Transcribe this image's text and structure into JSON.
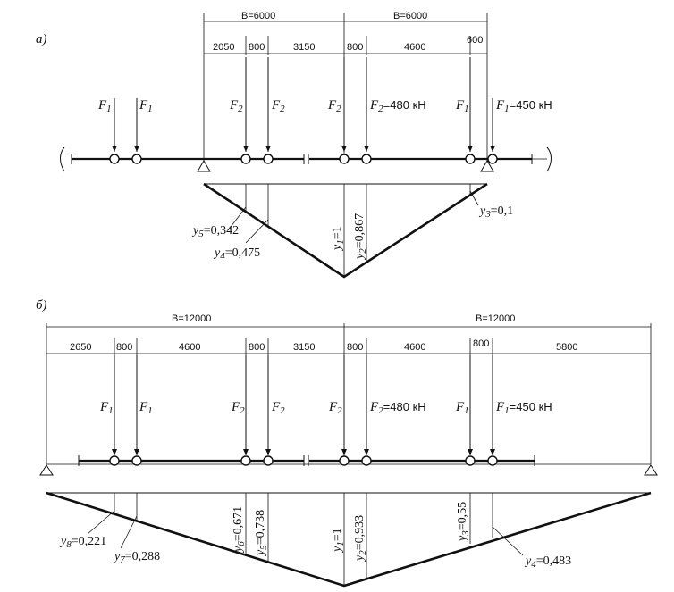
{
  "diagram_a": {
    "label": "а)",
    "span_labels": [
      "B=6000",
      "B=6000"
    ],
    "dims": [
      "2050",
      "800",
      "3150",
      "800",
      "4600",
      "600"
    ],
    "forces": {
      "f1": "F",
      "f1_sub": "1",
      "f2": "F",
      "f2_sub": "2",
      "f2_value": "=480 кН",
      "f1_value": "=450 кН"
    },
    "ordinates": {
      "y5": {
        "name": "y",
        "sub": "5",
        "value": "=0,342"
      },
      "y4": {
        "name": "y",
        "sub": "4",
        "value": "=0,475"
      },
      "y1": {
        "name": "y",
        "sub": "1",
        "value": "=1"
      },
      "y2": {
        "name": "y",
        "sub": "2",
        "value": "=0,867"
      },
      "y3": {
        "name": "y",
        "sub": "3",
        "value": "=0,1"
      }
    }
  },
  "diagram_b": {
    "label": "б)",
    "span_labels": [
      "B=12000",
      "B=12000"
    ],
    "dims": [
      "2650",
      "800",
      "4600",
      "800",
      "3150",
      "800",
      "4600",
      "800",
      "5800"
    ],
    "forces": {
      "f1": "F",
      "f1_sub": "1",
      "f2": "F",
      "f2_sub": "2",
      "f2_value": "=480 кН",
      "f1_value": "=450 кН"
    },
    "ordinates": {
      "y8": {
        "name": "y",
        "sub": "8",
        "value": "=0,221"
      },
      "y7": {
        "name": "y",
        "sub": "7",
        "value": "=0,288"
      },
      "y6": {
        "name": "y",
        "sub": "6",
        "value": "=0,671"
      },
      "y5": {
        "name": "y",
        "sub": "5",
        "value": "=0,738"
      },
      "y1": {
        "name": "y",
        "sub": "1",
        "value": "=1"
      },
      "y2": {
        "name": "y",
        "sub": "2",
        "value": "=0,933"
      },
      "y3": {
        "name": "y",
        "sub": "3",
        "value": "=0,55"
      },
      "y4": {
        "name": "y",
        "sub": "4",
        "value": "=0,483"
      }
    }
  }
}
